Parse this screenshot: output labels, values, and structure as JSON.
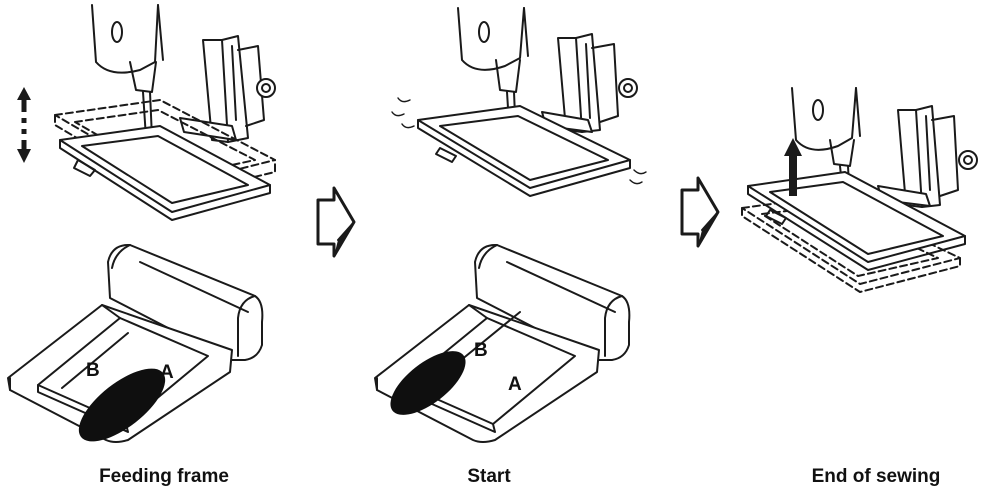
{
  "colors": {
    "line": "#1a1a1a",
    "paper": "#ffffff",
    "foot": "#0f0f0f"
  },
  "steps": [
    {
      "caption": "Feeding frame",
      "pedal_b": "B",
      "pedal_a": "A"
    },
    {
      "caption": "Start",
      "pedal_b": "B",
      "pedal_a": "A"
    },
    {
      "caption": "End of sewing"
    }
  ],
  "icons": [
    "up-down-arrow-icon",
    "next-step-arrow-icon",
    "up-arrow-icon",
    "shoe-sole-icon"
  ]
}
